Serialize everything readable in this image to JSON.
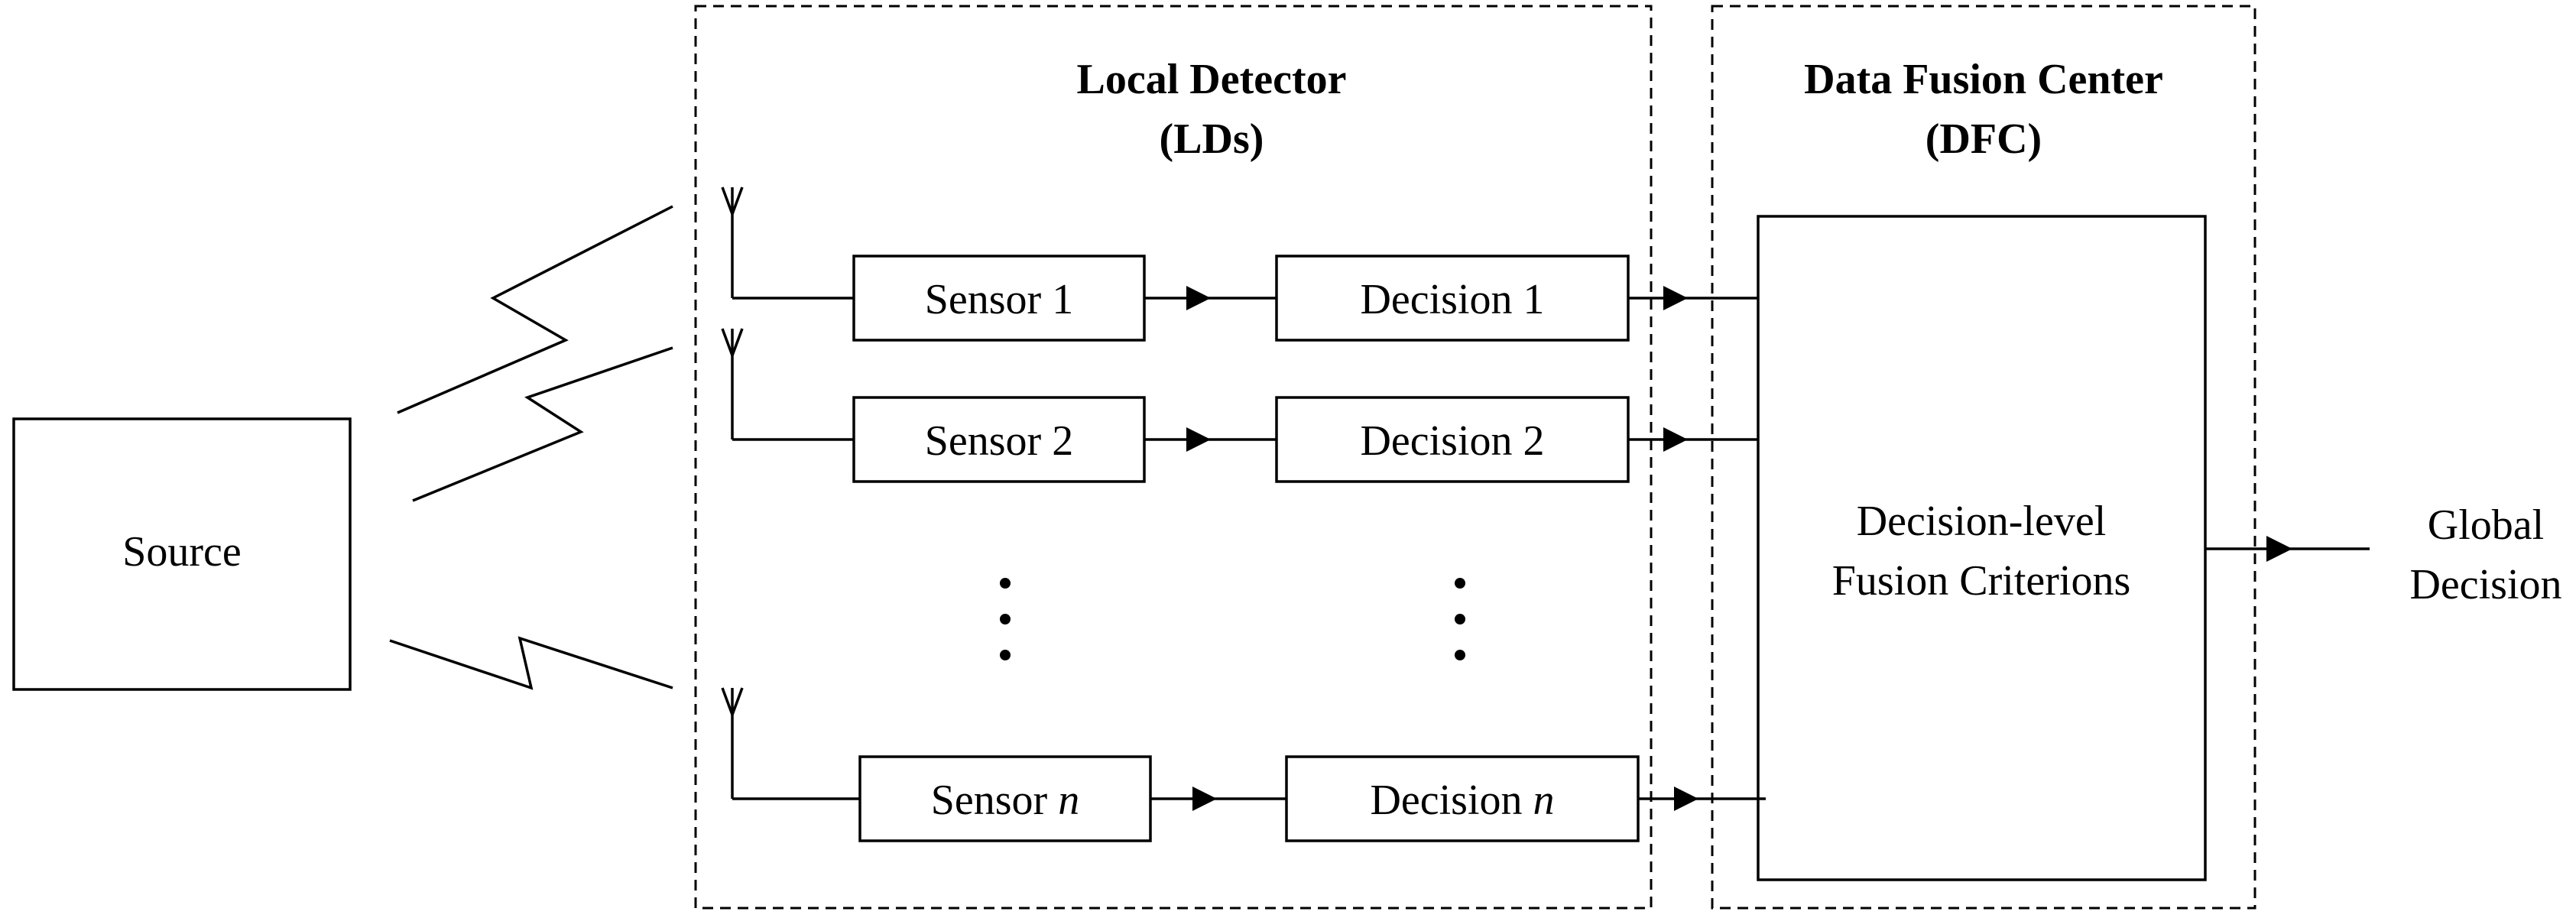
{
  "source": {
    "label": "Source"
  },
  "local_detector": {
    "title_line1": "Local Detector",
    "title_line2": "(LDs)"
  },
  "data_fusion_center": {
    "title_line1": "Data Fusion Center",
    "title_line2": "(DFC)"
  },
  "sensors": [
    {
      "prefix": "Sensor ",
      "index": "1",
      "italic": false
    },
    {
      "prefix": "Sensor ",
      "index": "2",
      "italic": false
    },
    {
      "prefix": "Sensor ",
      "index": "n",
      "italic": true
    }
  ],
  "decisions": [
    {
      "prefix": "Decision ",
      "index": "1",
      "italic": false
    },
    {
      "prefix": "Decision ",
      "index": "2",
      "italic": false
    },
    {
      "prefix": "Decision ",
      "index": "n",
      "italic": true
    }
  ],
  "fusion": {
    "line1": "Decision-level",
    "line2": "Fusion Criterions"
  },
  "output": {
    "line1": "Global",
    "line2": "Decision"
  }
}
